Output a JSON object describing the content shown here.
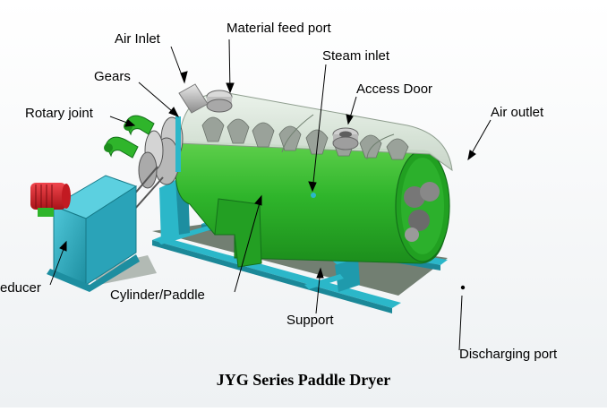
{
  "labels": {
    "air_inlet": "Air Inlet",
    "material_feed_port": "Material feed port",
    "gears": "Gears",
    "steam_inlet": "Steam inlet",
    "access_door": "Access Door",
    "air_outlet": "Air outlet",
    "rotary_joint": "Rotary joint",
    "reducer": "educer",
    "cylinder_paddle": "Cylinder/Paddle",
    "support": "Support",
    "discharging_port": "Discharging port"
  },
  "caption": "JYG Series Paddle Dryer",
  "colors": {
    "body_green": "#2fb52b",
    "frame_cyan": "#2bb7c9",
    "reducer_teal": "#2aa3b8",
    "motor_red": "#d8202a"
  }
}
